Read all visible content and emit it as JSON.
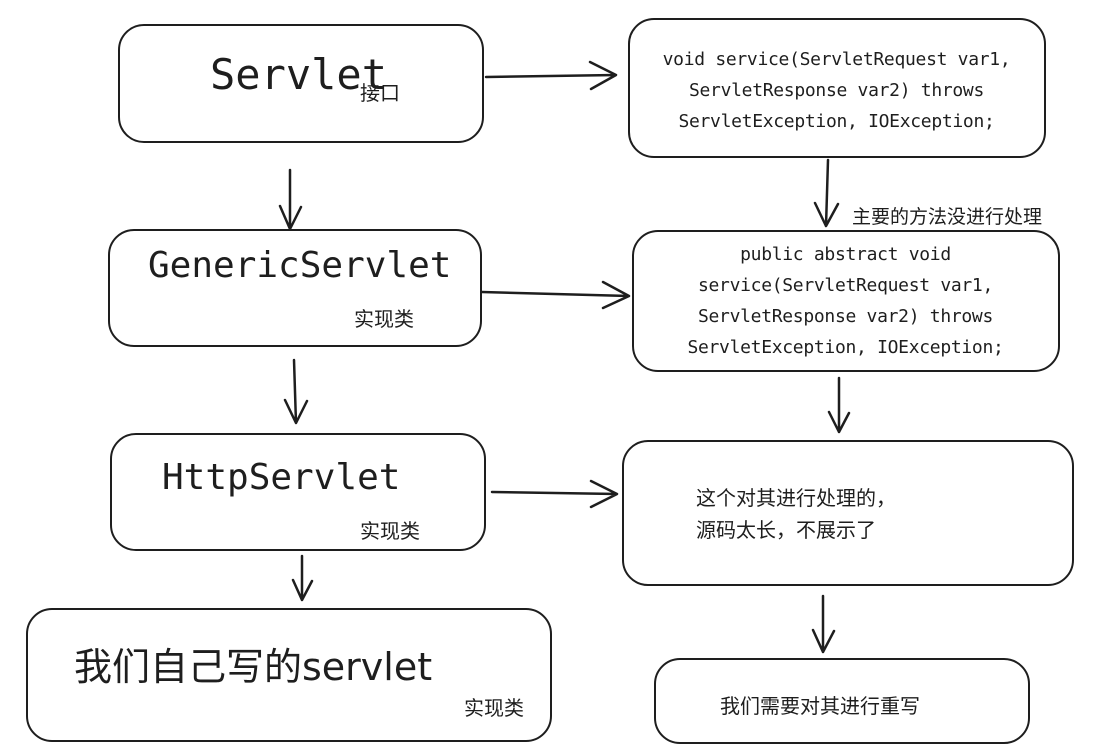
{
  "nodes": {
    "servlet": {
      "title": "Servlet",
      "tag": "接口"
    },
    "generic_servlet": {
      "title": "GenericServlet",
      "tag": "实现类"
    },
    "http_servlet": {
      "title": "HttpServlet",
      "tag": "实现类"
    },
    "our_servlet": {
      "title": "我们自己写的servlet",
      "tag": "实现类"
    },
    "service_interface": {
      "lines": [
        "void service(ServletRequest var1,",
        "ServletResponse var2) throws",
        "ServletException, IOException;"
      ]
    },
    "service_abstract": {
      "lines": [
        "public abstract void",
        "service(ServletRequest var1,",
        "ServletResponse var2) throws",
        "ServletException, IOException;"
      ]
    },
    "http_handling": {
      "lines": [
        "这个对其进行处理的，",
        "源码太长，不展示了"
      ]
    },
    "override": {
      "text": "我们需要对其进行重写"
    }
  },
  "annotations": {
    "main_method_note": "主要的方法没进行处理"
  }
}
